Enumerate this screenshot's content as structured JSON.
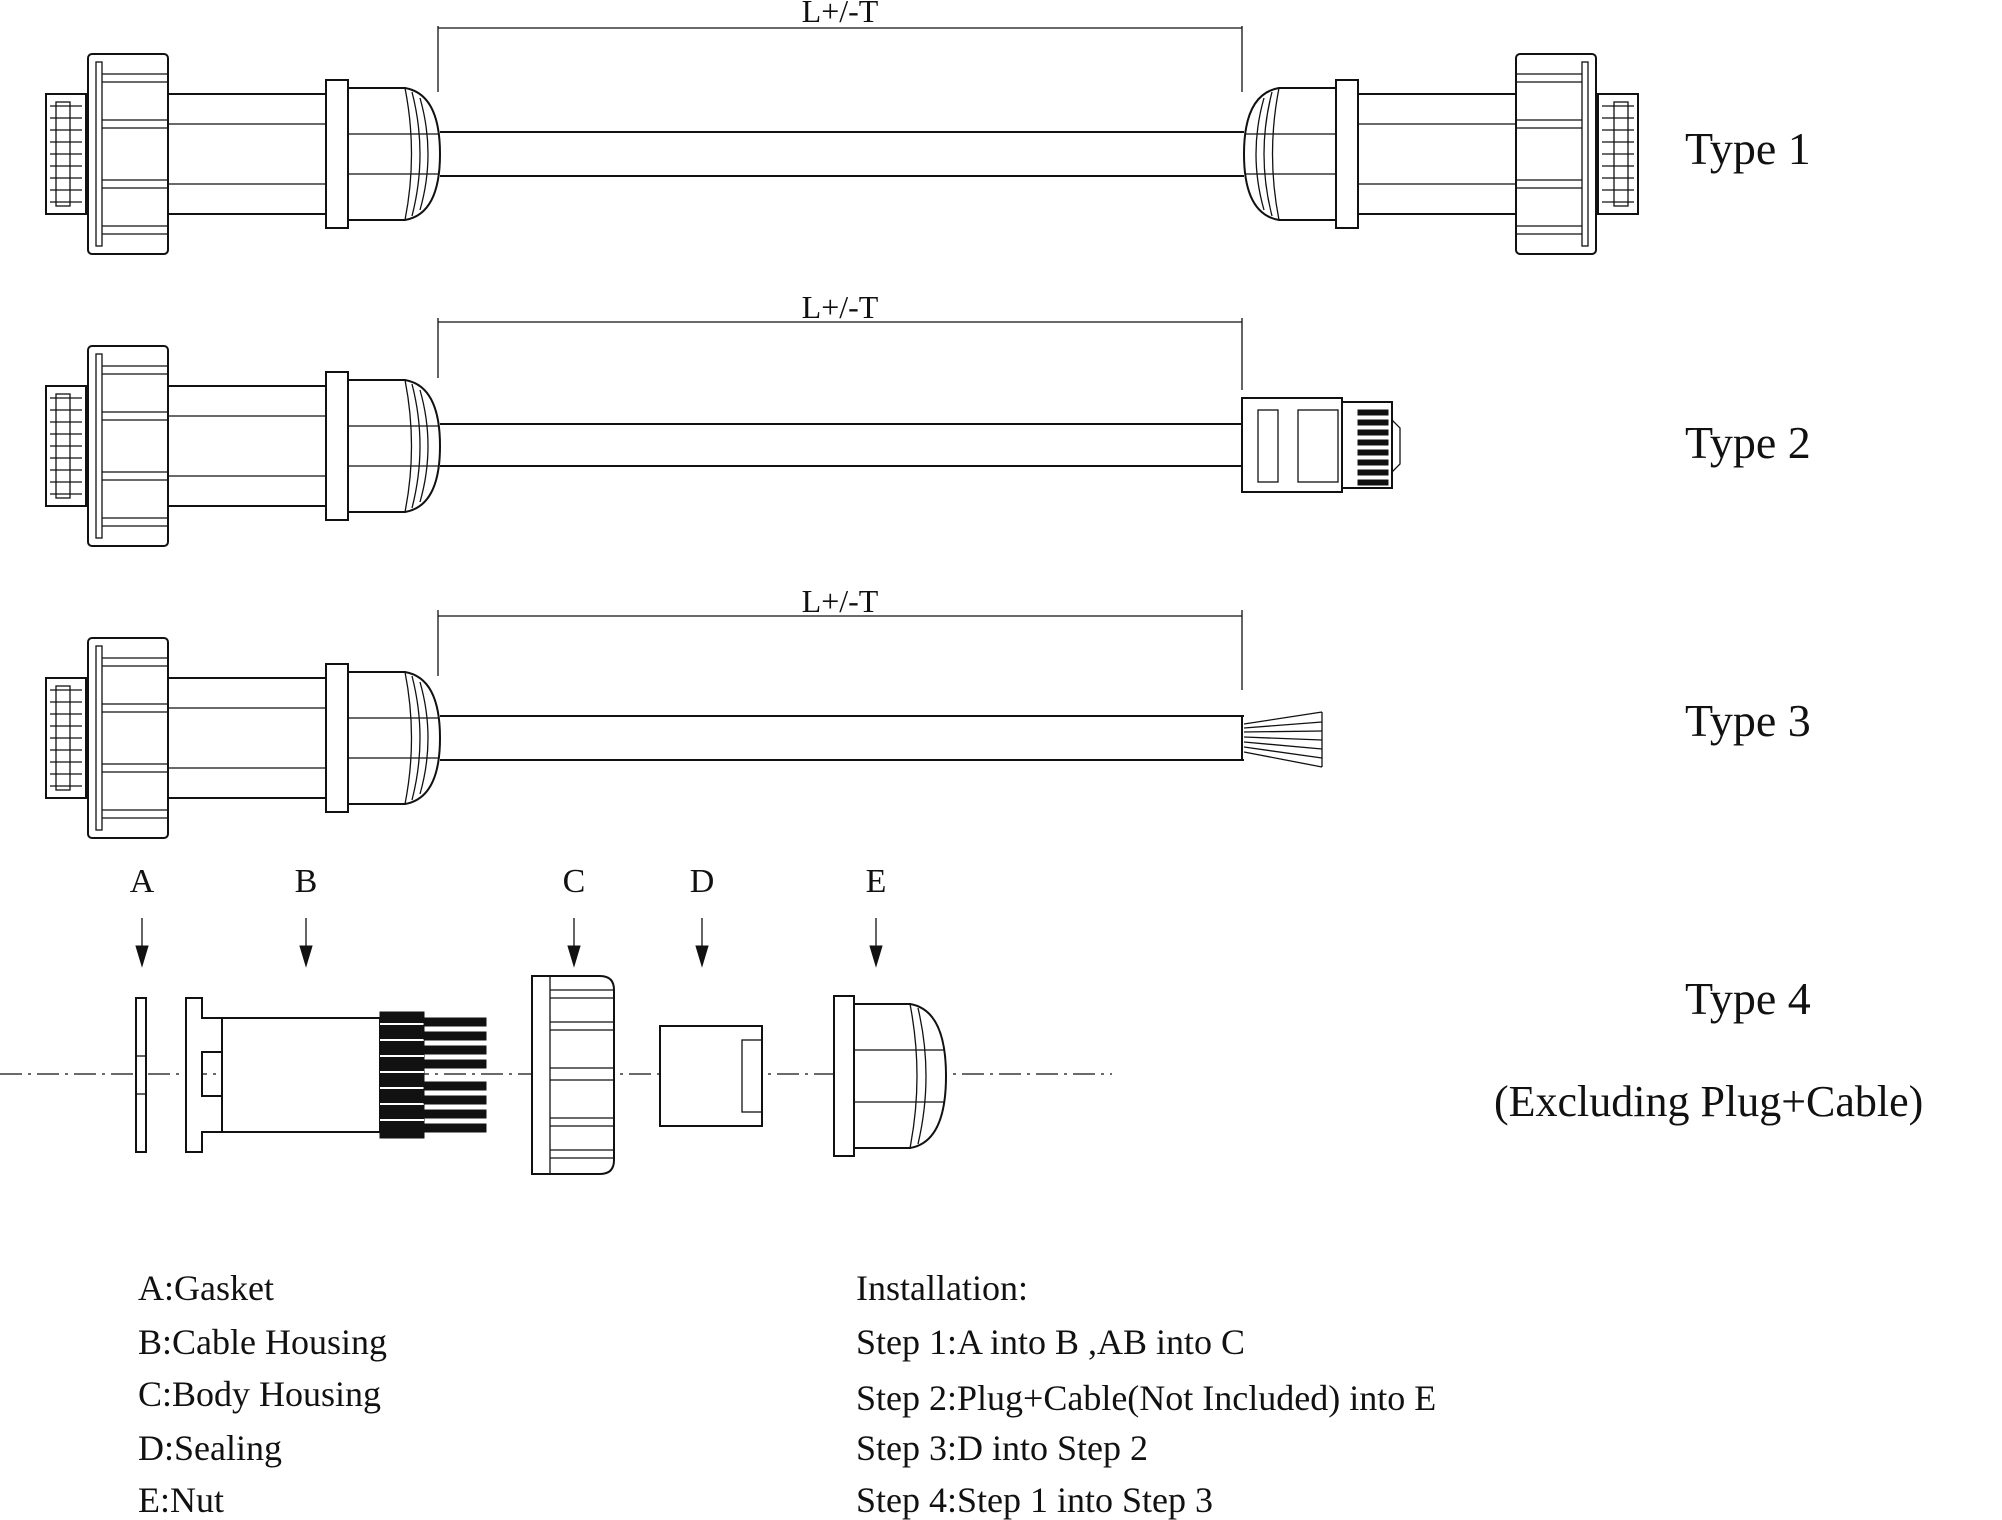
{
  "dimension_label": "L+/-T",
  "types": {
    "type1": "Type 1",
    "type2": "Type 2",
    "type3": "Type 3",
    "type4": "Type 4",
    "type4_note": "(Excluding Plug+Cable)"
  },
  "parts": [
    "A",
    "B",
    "C",
    "D",
    "E"
  ],
  "legend": [
    "A:Gasket",
    "B:Cable Housing",
    "C:Body Housing",
    "D:Sealing",
    "E:Nut"
  ],
  "installation": {
    "title": "Installation:",
    "steps": [
      "Step 1:A into B ,AB into C",
      "Step 2:Plug+Cable(Not Included) into E",
      "Step 3:D into Step 2",
      "Step 4:Step 1 into Step 3"
    ]
  }
}
